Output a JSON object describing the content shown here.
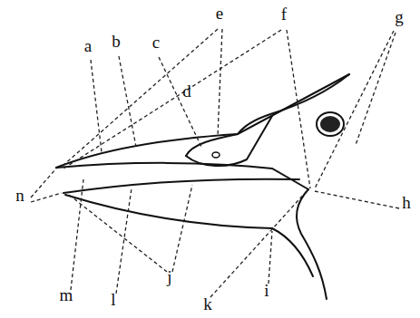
{
  "diagram": {
    "labels": [
      "a",
      "b",
      "c",
      "e",
      "f",
      "g",
      "d",
      "n",
      "h",
      "m",
      "l",
      "j",
      "k",
      "i"
    ]
  }
}
